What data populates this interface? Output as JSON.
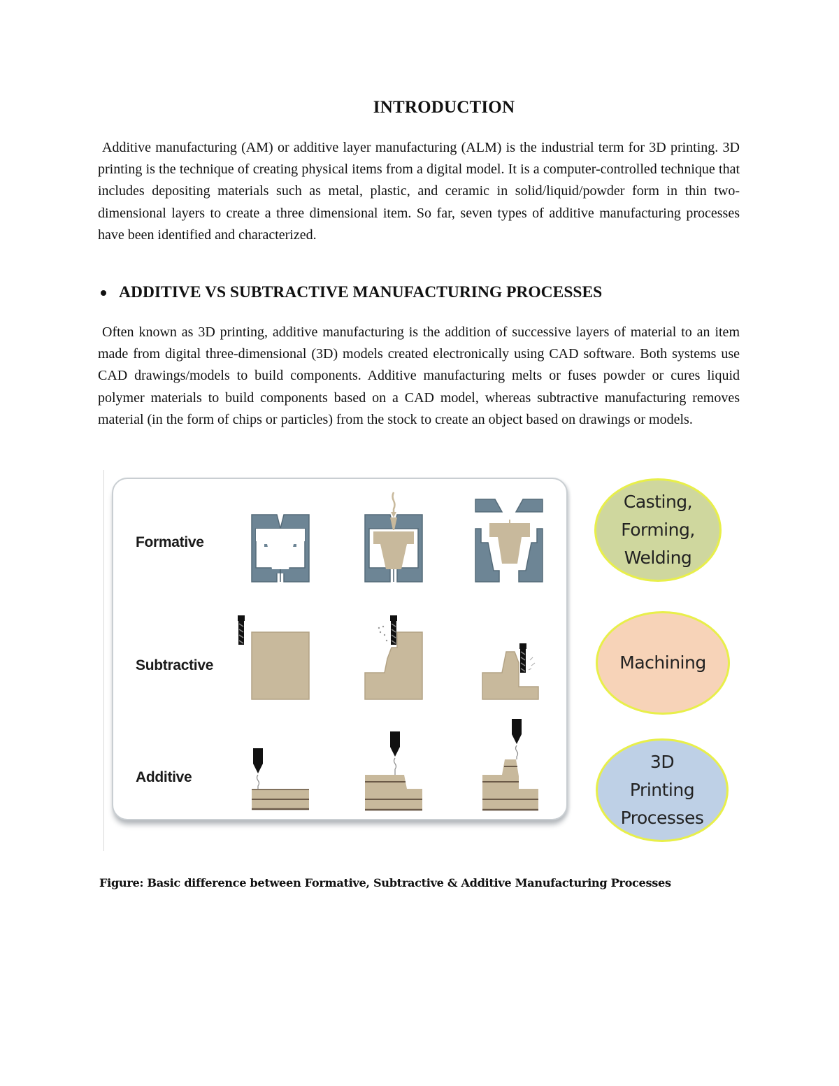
{
  "document": {
    "title": "INTRODUCTION",
    "intro_paragraph": "Additive manufacturing (AM) or additive layer manufacturing (ALM) is the industrial term for 3D printing. 3D printing is the technique of creating physical items from a digital model. It is a computer-controlled technique that includes depositing materials such as metal, plastic, and ceramic in solid/liquid/powder form in thin two-dimensional layers to create a three dimensional item. So far, seven types of additive manufacturing processes have been identified and characterized.",
    "section_heading": "ADDITIVE VS SUBTRACTIVE MANUFACTURING PROCESSES",
    "section_paragraph": "Often known as 3D printing, additive manufacturing is the addition of successive layers of material to an item made from digital three-dimensional (3D) models created electronically using CAD software. Both systems use CAD drawings/models to build components. Additive manufacturing melts or fuses powder or cures liquid polymer materials to build components based on a CAD model, whereas subtractive manufacturing removes material (in the form of chips or particles) from the stock to create an object based on drawings or models.",
    "figure": {
      "rows": [
        {
          "label": "Formative",
          "category": "Casting,\nForming,\nWelding",
          "color": "#cfd79e"
        },
        {
          "label": "Subtractive",
          "category": "Machining",
          "color": "#f7d3b8"
        },
        {
          "label": "Additive",
          "category": "3D\nPrinting\nProcesses",
          "color": "#bed0e6"
        }
      ],
      "colors": {
        "mold": "#6d8595",
        "material": "#c8b99c",
        "tool": "#111111",
        "oval_border": "#e8ef4a"
      },
      "caption": "Figure: Basic difference between Formative, Subtractive & Additive Manufacturing Processes"
    }
  }
}
